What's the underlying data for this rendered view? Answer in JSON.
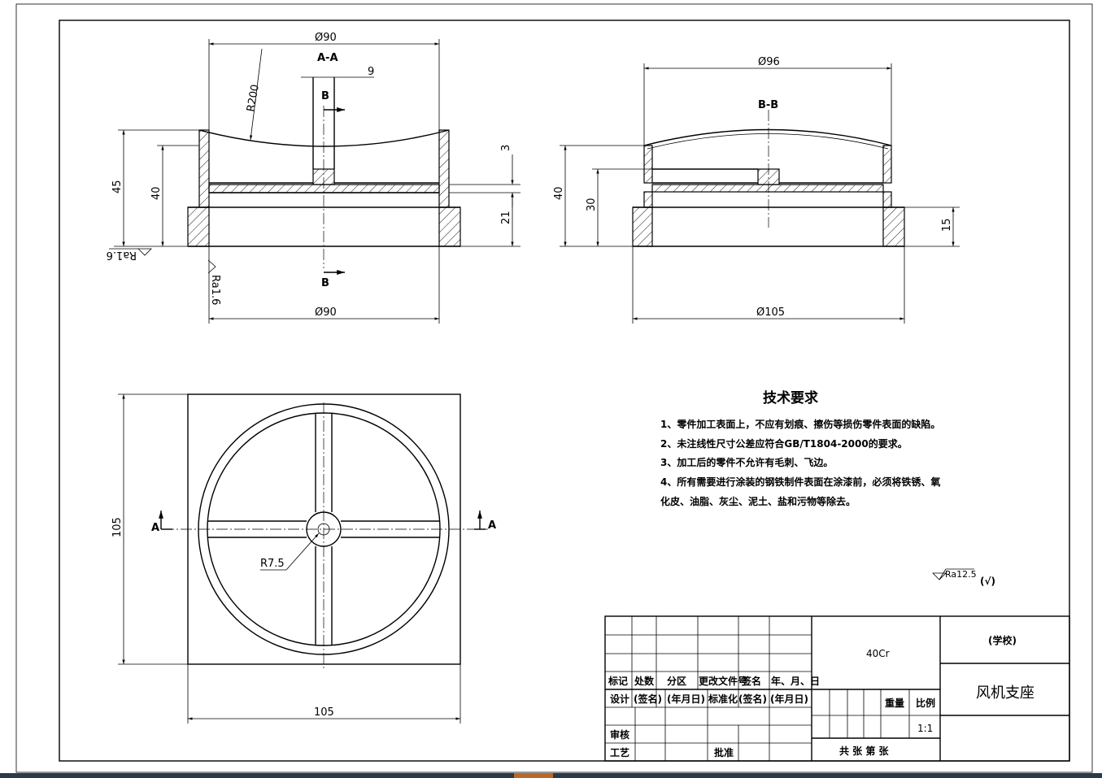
{
  "views": {
    "section_aa": {
      "title": "A-A",
      "dim_top_dia": "Ø90",
      "dim_bottom_dia": "Ø90",
      "dim_radius": "R200",
      "dim_slot": "9",
      "dim_h45": "45",
      "dim_h40": "40",
      "dim_3": "3",
      "dim_21": "21",
      "section_marker": "B",
      "roughness_1": "Ra1.6",
      "roughness_2": "Ra1.6"
    },
    "section_bb": {
      "title": "B-B",
      "dim_top_dia": "Ø96",
      "dim_bottom_dia": "Ø105",
      "dim_h40": "40",
      "dim_h30": "30",
      "dim_15": "15"
    },
    "top_view": {
      "dim_width": "105",
      "dim_height": "105",
      "dim_radius": "R7.5",
      "section_marker": "A"
    }
  },
  "tech_requirements": {
    "title": "技术要求",
    "items": [
      "1、零件加工表面上，不应有划痕、擦伤等损伤零件表面的缺陷。",
      "2、未注线性尺寸公差应符合GB/T1804-2000的要求。",
      "3、加工后的零件不允许有毛刺、飞边。",
      "4、所有需要进行涂装的钢铁制件表面在涂漆前，必须将铁锈、氧",
      "化皮、油脂、灰尘、泥土、盐和污物等除去。"
    ],
    "general_roughness": "Ra12.5",
    "general_roughness_suffix": "(√)"
  },
  "title_block": {
    "material": "40Cr",
    "school": "(学校)",
    "part_name": "风机支座",
    "weight_label": "重量",
    "scale_label": "比例",
    "scale_value": "1:1",
    "sheets": "共  张  第  张",
    "row_headers": [
      "标记",
      "处数",
      "分区",
      "更改文件号",
      "签名",
      "年、月、日"
    ],
    "design_row": [
      "设计",
      "(签名)",
      "(年月日)",
      "标准化",
      "(签名)",
      "(年月日)"
    ],
    "review": "审核",
    "process": "工艺",
    "approve": "批准"
  }
}
